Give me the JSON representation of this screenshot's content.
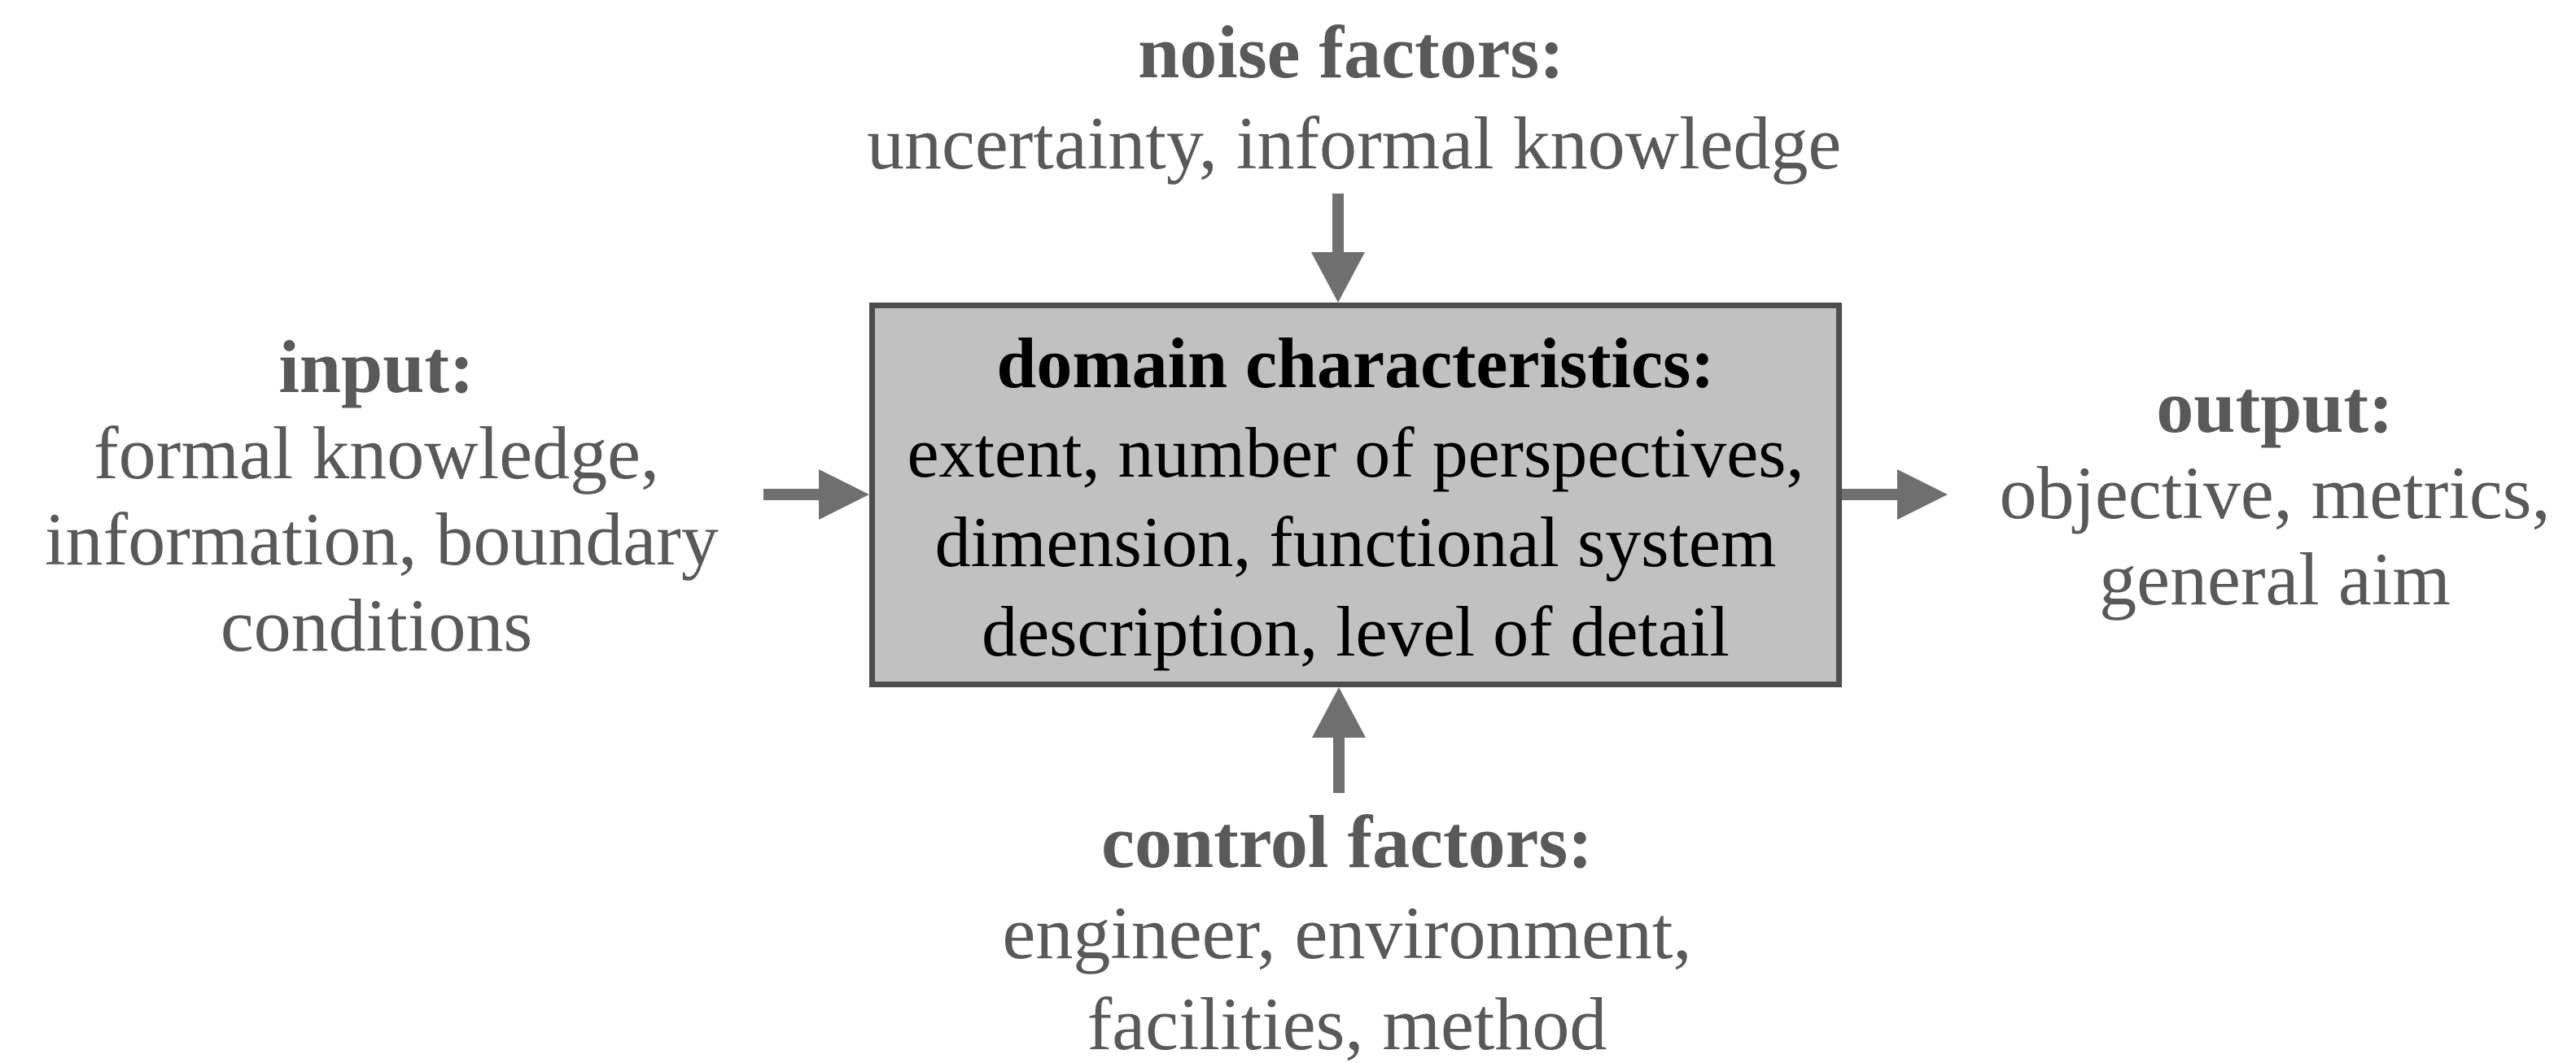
{
  "diagram": {
    "center_box": {
      "title": "domain characteristics:",
      "lines": [
        "extent, number of perspectives,",
        "dimension, functional system",
        "description, level of detail"
      ],
      "fill_color": "#c1c1c1",
      "border_color": "#4d4d4d",
      "text_color": "#000000"
    },
    "top_label": {
      "title": "noise factors:",
      "lines": [
        "uncertainty, informal knowledge"
      ]
    },
    "left_label": {
      "title": "input:",
      "lines": [
        "formal knowledge,",
        "information, boundary",
        "conditions"
      ]
    },
    "right_label": {
      "title": "output:",
      "lines": [
        "objective, metrics,",
        "general aim"
      ]
    },
    "bottom_label": {
      "title": "control factors:",
      "lines": [
        "engineer, environment,",
        "facilities, method"
      ]
    },
    "arrows": [
      {
        "name": "noise-arrow",
        "direction": "down",
        "from": "noise factors",
        "to": "domain characteristics"
      },
      {
        "name": "input-arrow",
        "direction": "right",
        "from": "input",
        "to": "domain characteristics"
      },
      {
        "name": "output-arrow",
        "direction": "right",
        "from": "domain characteristics",
        "to": "output"
      },
      {
        "name": "control-arrow",
        "direction": "up",
        "from": "control factors",
        "to": "domain characteristics"
      }
    ],
    "colors": {
      "background": "#ffffff",
      "arrow": "#6f6f6f",
      "label_text": "#595959"
    }
  }
}
